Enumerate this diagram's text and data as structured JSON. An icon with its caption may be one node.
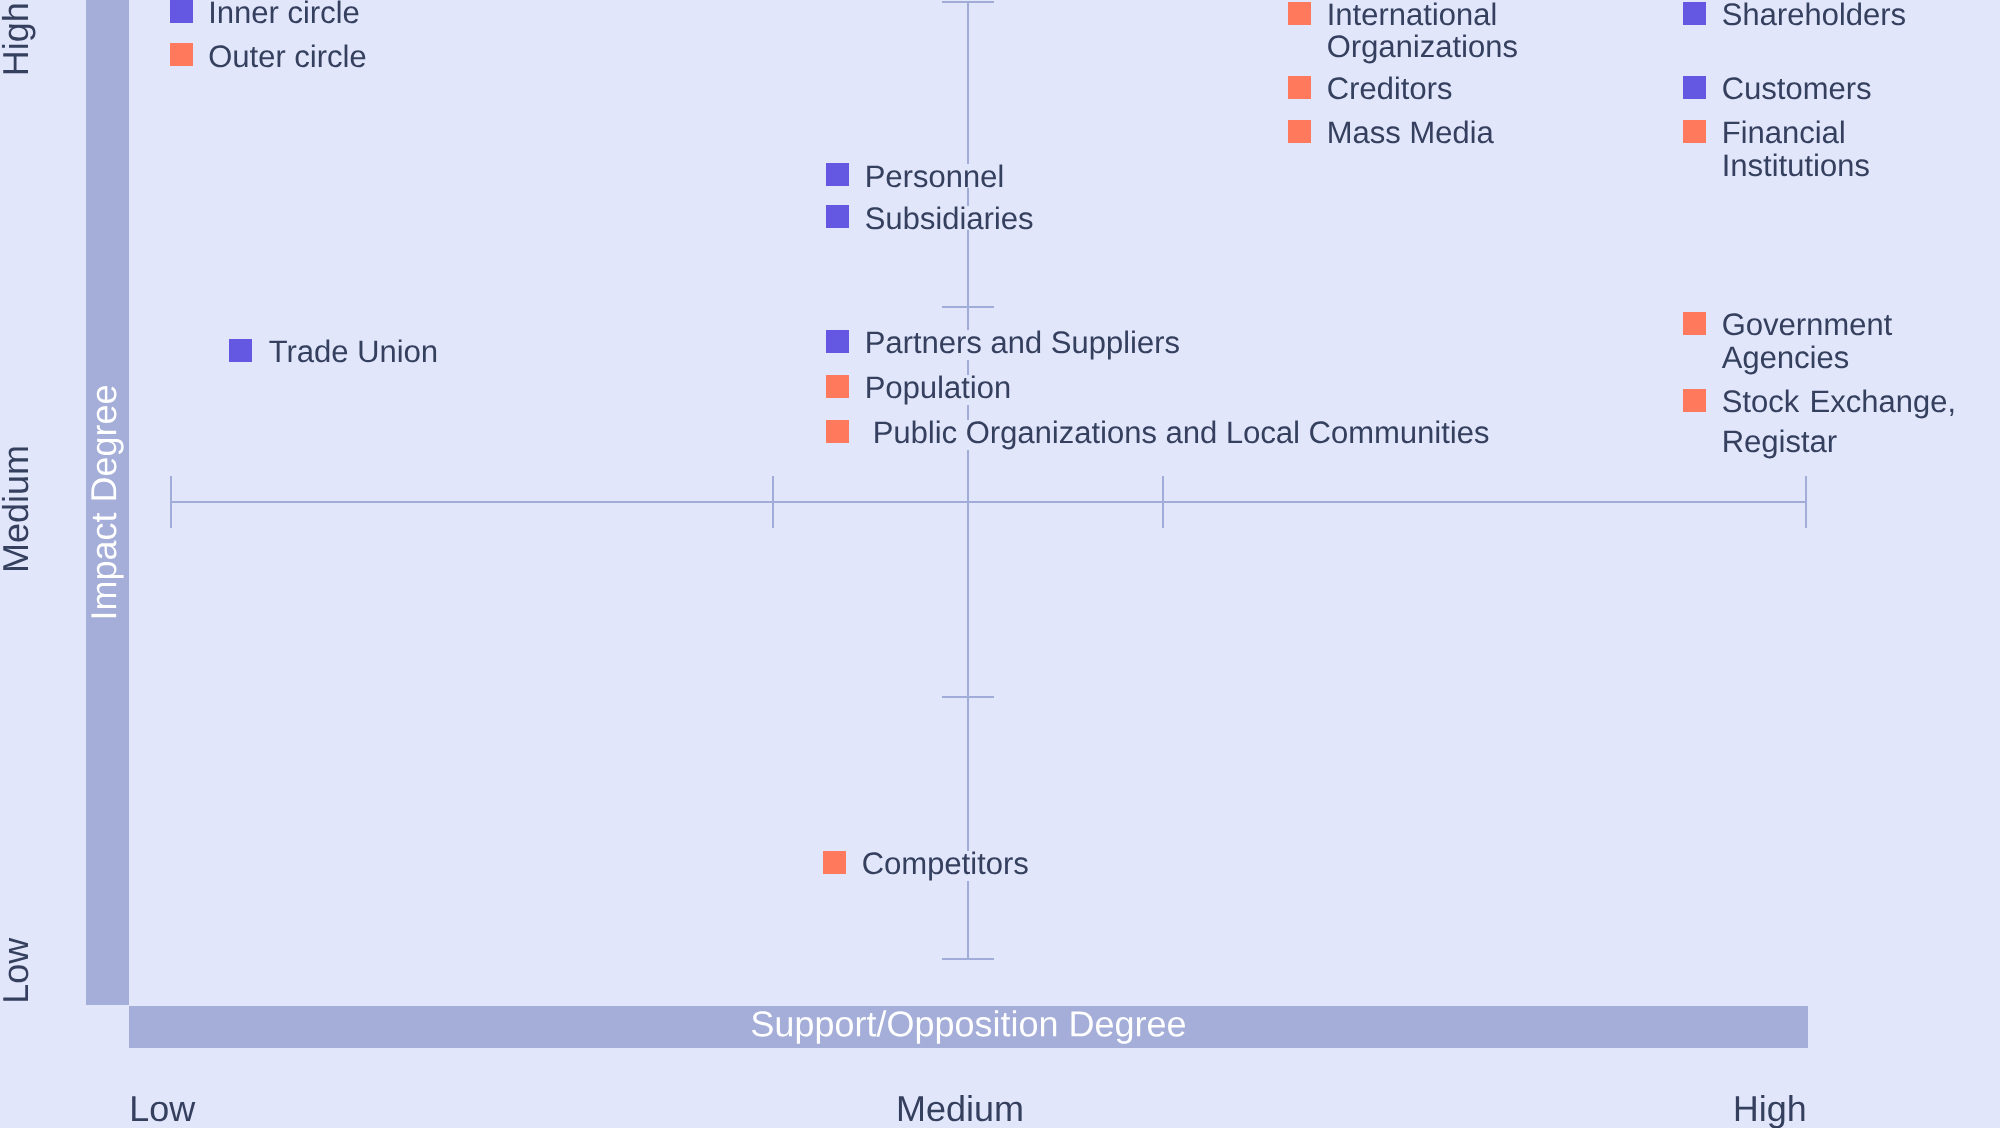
{
  "diagram": {
    "nodes": [
      {
        "text": [
          "Impact Degree"
        ]
      },
      {
        "text": [
          "Support/Opposition Degree"
        ]
      }
    ],
    "labels": [
      "High",
      "Medium",
      "Low",
      "International Organizations",
      "Shareholders",
      "Creditors",
      "Customers",
      "Mass Media",
      "Financial Institutions",
      "Personnel",
      "Subsidiaries",
      "Trade Union",
      "Partners and Suppliers",
      "Government Agencies",
      "Population",
      "Stock Exchange, Registar",
      "Public Organizations and Local Communities",
      "Competitors",
      "Low",
      "Medium",
      "High"
    ],
    "legend": [
      {
        "text": "Inner circle",
        "color": "#6457e1"
      },
      {
        "text": "Outer circle",
        "color": "#ff7a5c"
      }
    ]
  }
}
